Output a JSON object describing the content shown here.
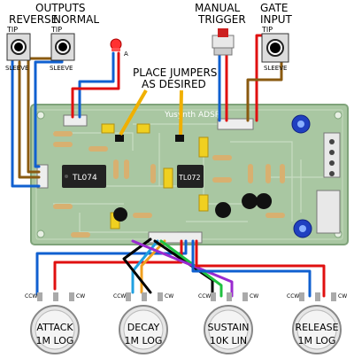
{
  "labels": {
    "outputs": "OUTPUTS",
    "reverse": "REVERSE",
    "normal": "NORMAL",
    "manual": "MANUAL",
    "trigger": "TRIGGER",
    "gate": "GATE",
    "input": "INPUT",
    "place": "PLACE JUMPERS",
    "as_desired": "AS DESIRED",
    "tip": "TIP",
    "sleeve": "SLEEVE",
    "led_a": "A"
  },
  "board": {
    "title": "Yusynth ADSR",
    "ic1": "TL074",
    "ic2": "TL072"
  },
  "pots": [
    {
      "name": "ATTACK",
      "value": "1M LOG"
    },
    {
      "name": "DECAY",
      "value": "1M LOG"
    },
    {
      "name": "SUSTAIN",
      "value": "10K LIN"
    },
    {
      "name": "RELEASE",
      "value": "1M LOG"
    }
  ],
  "pot_terms": {
    "ccw": "CCW",
    "cw": "CW"
  },
  "colors": {
    "pcb": "#a9c7a2",
    "pcb_border": "#7fa37a",
    "wire_red": "#e01010",
    "wire_blue": "#1060d0",
    "wire_brown": "#8a5a10",
    "wire_black": "#000000",
    "wire_purple": "#9a2ad0",
    "wire_green": "#20c040",
    "wire_orange": "#f0a020",
    "wire_cyan": "#20a0e0"
  }
}
